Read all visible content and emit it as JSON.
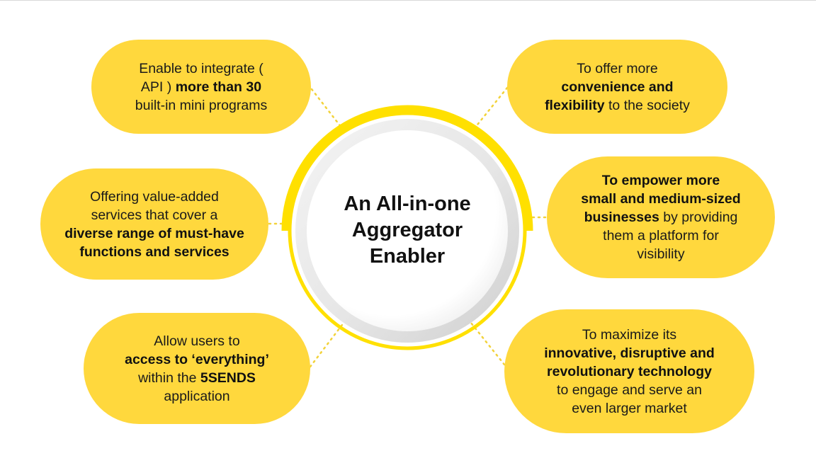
{
  "colors": {
    "accent_yellow": "#FFD83D",
    "ring_yellow": "#FFE000",
    "center_fill": "#FFFFFF",
    "text_dark": "#111111",
    "connector_dots": "#F2D23A"
  },
  "hub": {
    "title_lines": [
      "An All-in-one",
      "Aggregator",
      "Enabler"
    ]
  },
  "pills": {
    "top_left": {
      "l1": "Enable to integrate (",
      "l2_a": "API ) ",
      "l2_b": "more than 30",
      "l3": "built-in mini programs"
    },
    "mid_left": {
      "l1": "Offering value-added",
      "l2": "services that cover a",
      "l3": "diverse range of must-have",
      "l4": "functions and services"
    },
    "bottom_left": {
      "l1": "Allow users to",
      "l2": "access to ‘everything’",
      "l3_a": "within the ",
      "l3_b": "5SENDS",
      "l4": "application"
    },
    "top_right": {
      "l1": "To offer more",
      "l2": "convenience and",
      "l3_a": "flexibility",
      "l3_b": " to the society"
    },
    "mid_right": {
      "l1": "To empower more",
      "l2": "small and medium-sized",
      "l3_a": "businesses",
      "l3_b": " by providing",
      "l4": "them a platform for",
      "l5": "visibility"
    },
    "bottom_right": {
      "l1": "To maximize its",
      "l2": "innovative, disruptive and",
      "l3": "revolutionary technology",
      "l4": "to engage and serve an",
      "l5": "even larger market"
    }
  }
}
